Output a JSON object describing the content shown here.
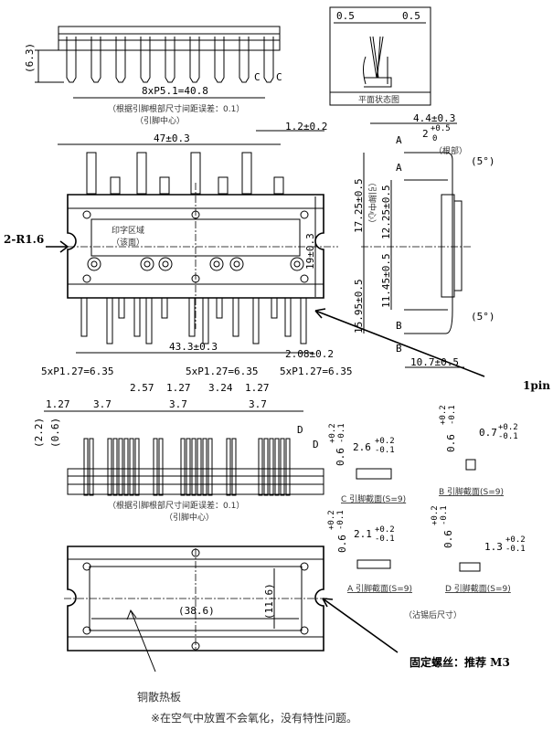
{
  "top_side_view": {
    "height_dim": "(6.3)",
    "pitch_dim": "8xP5.1=40.8",
    "note1": "（根据引脚根部尺寸间距误差：0.1）",
    "note2": "（引脚中心）",
    "section_c1": "C",
    "section_c2": "C"
  },
  "inset": {
    "dim_left": "0.5",
    "dim_right": "0.5",
    "caption": "平面状态图"
  },
  "top_view": {
    "width_dim": "47±0.3",
    "pin_offset_dim": "1.2±0.2",
    "base_dim": "43.3±0.3",
    "pin1_offset_dim": "2.08±0.2",
    "notch_label": "2-R1.6",
    "print_area": "印字区域",
    "print_face": "（该面）",
    "height_dim": "19±0.3",
    "pin1_label": "1pin"
  },
  "right_side_view": {
    "dim_thickness": "4.4±0.3",
    "dim_root": "2",
    "dim_root_tol_plus": "+0.5",
    "dim_root_tol_minus": "0",
    "root_note": "（根部）",
    "angle_top": "(5°)",
    "angle_bottom": "(5°)",
    "section_a1": "A",
    "section_a2": "A",
    "section_b1": "B",
    "section_b2": "B",
    "dim_17": "17.25±0.5",
    "dim_12": "12.25±0.5",
    "dim_15": "15.95±0.5",
    "dim_11": "11.45±0.5",
    "pin_center": "（引脚中心）",
    "width_dim": "10.7±0.5"
  },
  "bottom_side_view": {
    "pitch_1": "5xP1.27=6.35",
    "pitch_2": "5xP1.27=6.35",
    "pitch_3": "5xP1.27=6.35",
    "d_127a": "1.27",
    "d_37a": "3.7",
    "d_257": "2.57",
    "d_127b": "1.27",
    "d_37b": "3.7",
    "d_324": "3.24",
    "d_127c": "1.27",
    "d_37c": "3.7",
    "d_22": "(2.2)",
    "d_06": "(0.6)",
    "section_d1": "D",
    "section_d2": "D",
    "note1": "（根据引脚根部尺寸间距误差：0.1）",
    "note2": "（引脚中心）"
  },
  "sections": [
    {
      "label": "C 引脚截面(S=9)",
      "thick": "0.6",
      "tol_plus": "+0.2",
      "tol_minus": "-0.1",
      "width": "2.6",
      "w_plus": "+0.2",
      "w_minus": "-0.1"
    },
    {
      "label": "B 引脚截面(S=9)",
      "thick": "0.6",
      "tol_plus": "+0.2",
      "tol_minus": "-0.1",
      "width": "0.7",
      "w_plus": "+0.2",
      "w_minus": "-0.1"
    },
    {
      "label": "A 引脚截面(S=9)",
      "thick": "0.6",
      "tol_plus": "+0.2",
      "tol_minus": "-0.1",
      "width": "2.1",
      "w_plus": "+0.2",
      "w_minus": "-0.1"
    },
    {
      "label": "D 引脚截面(S=9)",
      "thick": "0.6",
      "tol_plus": "+0.2",
      "tol_minus": "-0.1",
      "width": "1.3",
      "w_plus": "+0.2",
      "w_minus": "-0.1"
    }
  ],
  "solder_note": "（沾锡后尺寸）",
  "bottom_view": {
    "length_dim": "(38.6)",
    "height_dim": "(11.6)",
    "heatsink_label": "铜散热板",
    "screw_label": "固定螺丝：推荐 M3",
    "footnote": "※在空气中放置不会氧化，没有特性问题。"
  }
}
